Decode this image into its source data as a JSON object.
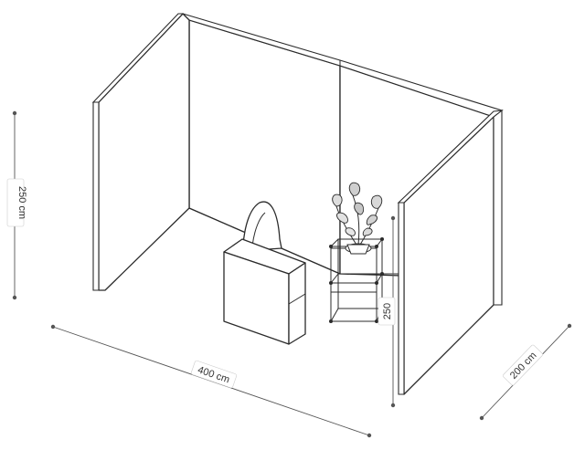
{
  "dimensions": {
    "height_label": "250 cm",
    "width_label": "400 cm",
    "depth_label": "200 cm",
    "inner_height_label": "250"
  },
  "icons": {
    "plant": "potted-plant-icon",
    "chair": "chair-icon"
  },
  "colors": {
    "stroke": "#2b2b2b",
    "dimension": "#555555",
    "background": "#ffffff"
  }
}
